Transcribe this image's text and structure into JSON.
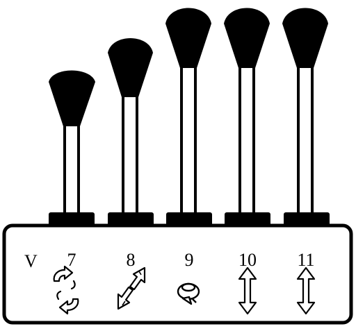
{
  "panel": {
    "row_label": "V",
    "levers": [
      {
        "number": "7",
        "symbol": "rotate-arrows-icon",
        "level": 0.52
      },
      {
        "number": "8",
        "symbol": "diagonal-double-arrow-icon",
        "level": 0.74
      },
      {
        "number": "9",
        "symbol": "ring-rotate-icon",
        "level": 1.0
      },
      {
        "number": "10",
        "symbol": "vertical-double-arrow-icon",
        "level": 1.0
      },
      {
        "number": "11",
        "symbol": "vertical-double-arrow-icon",
        "level": 1.0
      }
    ]
  },
  "colors": {
    "ink": "#000000",
    "paper": "#ffffff"
  }
}
